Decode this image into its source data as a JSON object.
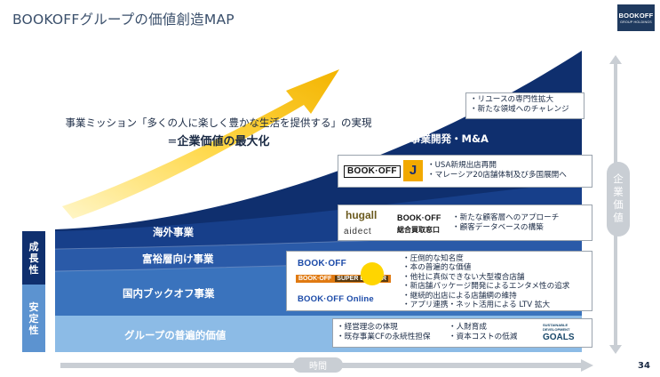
{
  "title": "BOOKOFFグループの価値創造MAP",
  "logo": {
    "line1": "BOOKOFF",
    "line2": "GROUP HOLDINGS"
  },
  "side_labels": {
    "growth": "成長性",
    "stability": "安定性"
  },
  "mission": {
    "line1": "事業ミッション「多くの人に楽しく豊かな生活を提供する」の実現",
    "line2_prefix": "=",
    "line2_main": "企業価値の最大化"
  },
  "layers": {
    "ma": "事業開発・M&A",
    "overseas": "海外事業",
    "affluent": "富裕層向け事業",
    "domestic": "国内ブックオフ事業",
    "universal": "グループの普遍的価値"
  },
  "boxes": {
    "ma": [
      "リユースの専門性拡大",
      "新たな領域へのチャレンジ"
    ],
    "overseas": [
      "USA新規出店再開",
      "マレーシア20店舗体制及び多国展開へ"
    ],
    "affluent": [
      "新たな顧客層へのアプローチ",
      "顧客データベースの構築"
    ],
    "domestic": [
      "圧倒的な知名度",
      "本の普遍的な価値",
      "他社に真似できない大型複合店舗",
      "新店舗パッケージ開発によるエンタメ性の追求",
      "継続的出店による店舗網の維持",
      "アプリ連携・ネット活用による LTV 拡大"
    ],
    "universal_left": [
      "経営理念の体現",
      "既存事業CFの永続性担保"
    ],
    "universal_right": [
      "人財育成",
      "資本コストの低減"
    ]
  },
  "brands": {
    "bookoff": "BOOK·OFF",
    "jalan": "J",
    "hugall": "hugall",
    "aidect": "aidect",
    "bookoff_kaitori": "BOOK·OFF",
    "kaitori_sub": "総合買取窓口",
    "bookoff_super": "BOOK·OFF",
    "super_sub": "SUPER BAZAAR",
    "bookoff_online": "BOOK·OFF Online",
    "sdgs1": "SUSTAINABLE DEVELOPMENT",
    "sdgs2": "GOALS"
  },
  "axes": {
    "vertical": "企業価値",
    "horizontal": "時間"
  },
  "page_number": "34",
  "colors": {
    "navy": "#0f2f6e",
    "blue1": "#173f8a",
    "blue2": "#2a5aa8",
    "blue3": "#3a73bd",
    "blue4": "#5c93d0",
    "blue5": "#8cbbe6",
    "arrow": "#f7c21a"
  }
}
